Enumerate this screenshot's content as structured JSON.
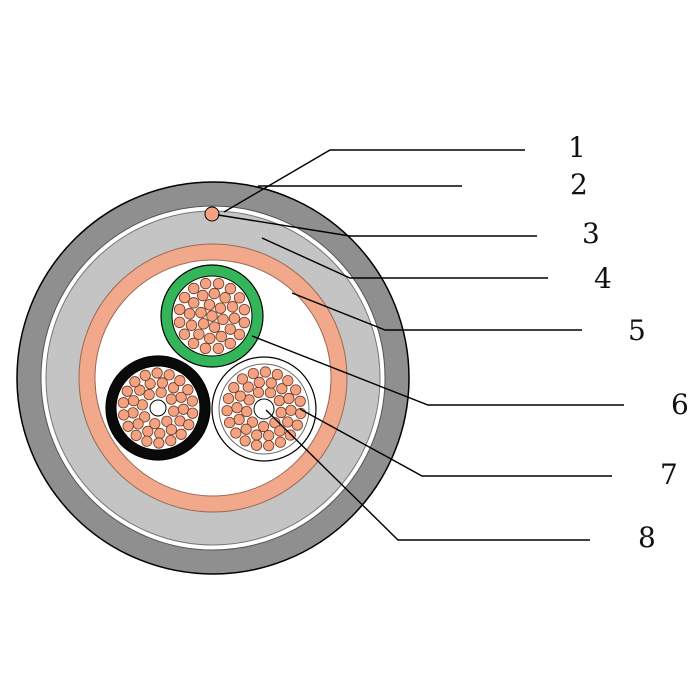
{
  "labels": [
    "1",
    "2",
    "3",
    "4",
    "5",
    "6",
    "7",
    "8"
  ],
  "colors": {
    "outer_sheath": "#8f8f8f",
    "inner_sheath": "#c4c4c4",
    "copper_layer": "#f2a88a",
    "copper_wire": "#f4a282",
    "green_insulation": "#35b55a",
    "black_insulation": "#0a0a0a",
    "outline": "#000000"
  }
}
